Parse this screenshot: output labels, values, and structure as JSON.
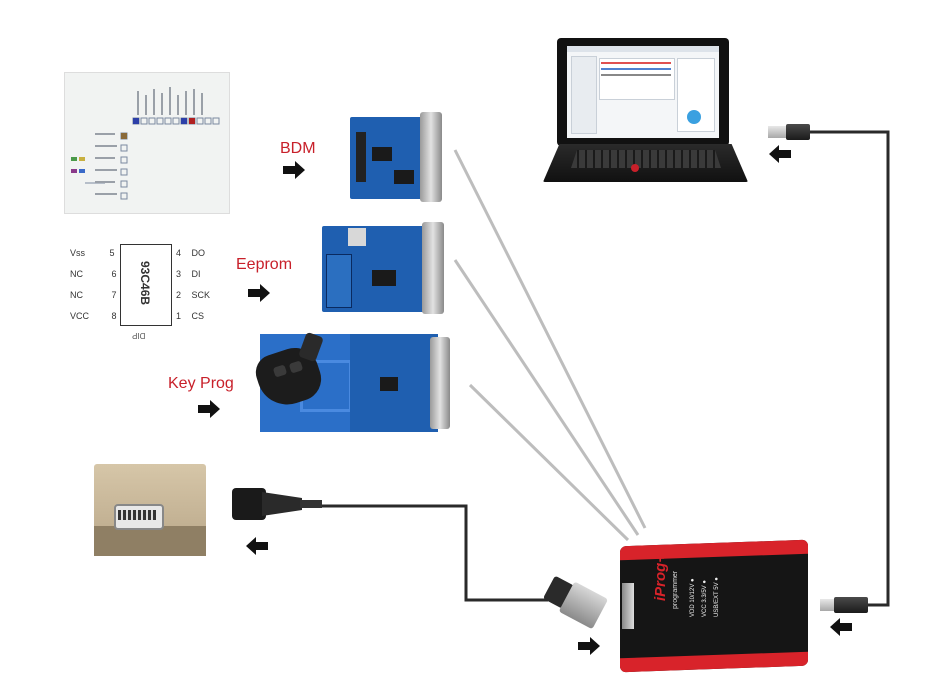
{
  "labels": {
    "bdm": "BDM",
    "eeprom": "Eeprom",
    "key_prog": "Key Prog"
  },
  "chip": {
    "name": "93C46B",
    "package": "DIP",
    "pins_left": [
      {
        "num": "5",
        "name": "Vss"
      },
      {
        "num": "6",
        "name": "NC"
      },
      {
        "num": "7",
        "name": "NC"
      },
      {
        "num": "8",
        "name": "VCC"
      }
    ],
    "pins_right": [
      {
        "num": "4",
        "name": "DO"
      },
      {
        "num": "3",
        "name": "DI"
      },
      {
        "num": "2",
        "name": "SCK"
      },
      {
        "num": "1",
        "name": "CS"
      }
    ]
  },
  "device": {
    "brand": "iProg+",
    "subtitle": "programmer",
    "leds": [
      "VDD 10/12V",
      "VCC 3.3/5V",
      "USB/EXT 5V"
    ]
  },
  "colors": {
    "label_red": "#c8202a",
    "board_blue": "#1f5fb0",
    "device_red": "#d8232a",
    "device_black": "#151515",
    "cable_gray": "#bdbdbd",
    "wire_dark": "#2a2a2a"
  }
}
